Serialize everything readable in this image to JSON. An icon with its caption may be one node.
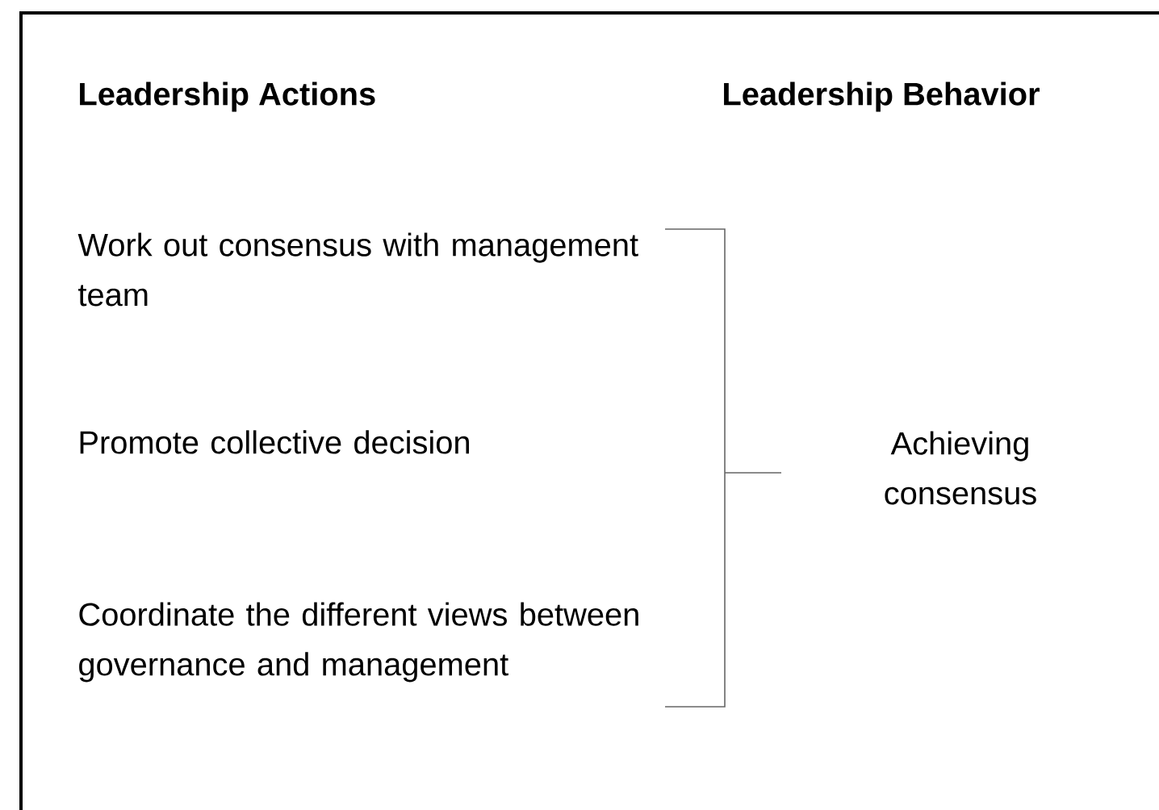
{
  "diagram": {
    "labels": [
      "Leadership Actions",
      "Leadership Behavior",
      "Work out consensus with management team",
      "Promote collective decision",
      "Coordinate the different views between governance and management",
      "Achieving consensus"
    ]
  }
}
